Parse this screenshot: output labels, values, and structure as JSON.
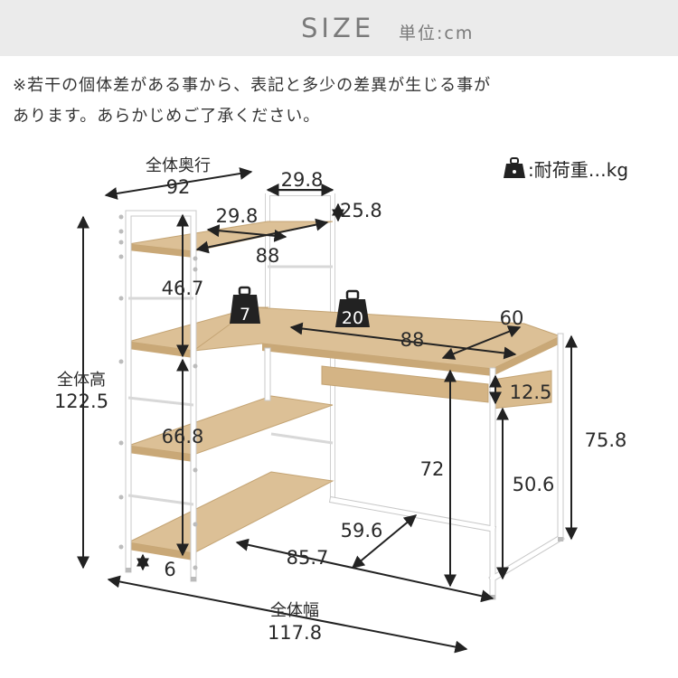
{
  "header": {
    "title": "SIZE",
    "unit": "単位:cm"
  },
  "note": {
    "line1": "※若干の個体差がある事から、表記と多少の差異が生じる事が",
    "line2": "あります。あらかじめご了承ください。"
  },
  "legend": {
    "icon": "weight-icon",
    "text": ":耐荷重…kg"
  },
  "dimensions": {
    "total_depth_label": "全体奥行",
    "total_depth": "92",
    "top_shelf_depth": "29.8",
    "top_shelf_width": "25.8",
    "top_shelf_inner_depth": "29.8",
    "top_shelf_length": "88",
    "upper_shelf_height": "46.7",
    "desk_width": "88",
    "desk_depth": "60",
    "drawer_height": "12.5",
    "total_height_label": "全体高",
    "total_height": "122.5",
    "lower_shelf_height": "66.8",
    "desk_height_inner": "72",
    "desk_height_total": "75.8",
    "under_desk_height": "50.6",
    "lower_shelf_depth": "59.6",
    "bottom_shelf_length": "85.7",
    "floor_clearance": "6",
    "total_width_label": "全体幅",
    "total_width": "117.8"
  },
  "load": {
    "shelf": "7",
    "desk": "20"
  },
  "colors": {
    "wood": "#d9bb8e",
    "wood_dark": "#c9a877",
    "frame": "#ffffff",
    "frame_edge": "#c8c8c8",
    "arrow": "#222222"
  }
}
